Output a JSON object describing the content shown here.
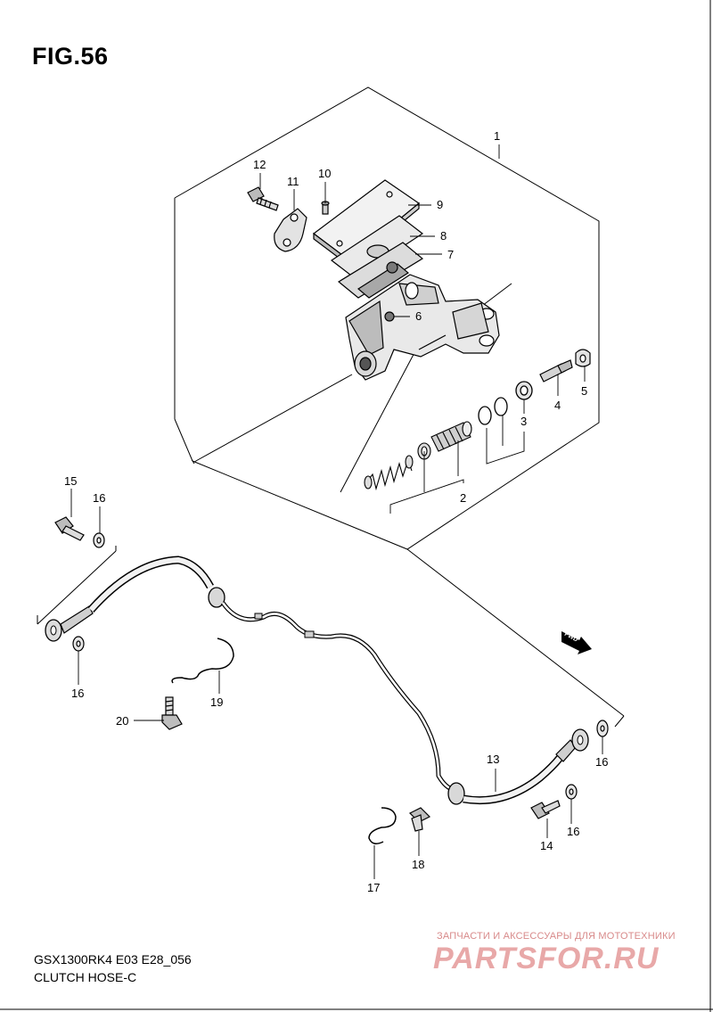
{
  "figure": {
    "title": "FIG.56"
  },
  "footer": {
    "model_code": "GSX1300RK4 E03 E28_056",
    "section_name": "CLUTCH HOSE-C"
  },
  "watermark": {
    "tagline": "ЗАПЧАСТИ И АКСЕССУАРЫ ДЛЯ МОТОТЕХНИКИ",
    "logo": "PARTSFOR.RU"
  },
  "direction_marker": "FWD",
  "callouts": [
    "1",
    "2",
    "3",
    "4",
    "5",
    "6",
    "7",
    "8",
    "9",
    "10",
    "11",
    "12",
    "13",
    "14",
    "15",
    "16",
    "17",
    "18",
    "19",
    "20"
  ],
  "colors": {
    "line": "#000000",
    "part_fill": "#e6e6e6",
    "part_dark": "#9a9a9a",
    "watermark": "#e8a8a8"
  }
}
